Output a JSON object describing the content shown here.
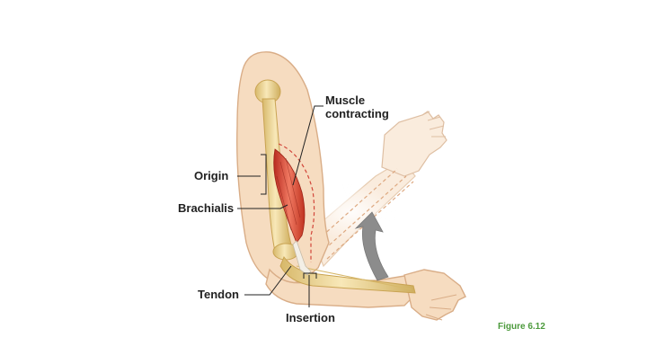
{
  "labels": {
    "muscle_contracting_line1": "Muscle",
    "muscle_contracting_line2": "contracting",
    "origin": "Origin",
    "brachialis": "Brachialis",
    "tendon": "Tendon",
    "insertion": "Insertion"
  },
  "figure_caption": "Figure 6.12",
  "colors": {
    "skin": "#f6dcc0",
    "skin_outline": "#d9ad87",
    "bone": "#f3dfa5",
    "bone_shadow": "#d7b86a",
    "muscle": "#d94030",
    "muscle_highlight": "#f07a62",
    "arrow": "#8c8c8c",
    "caption": "#4c9a3c",
    "leader_line": "#222222"
  }
}
